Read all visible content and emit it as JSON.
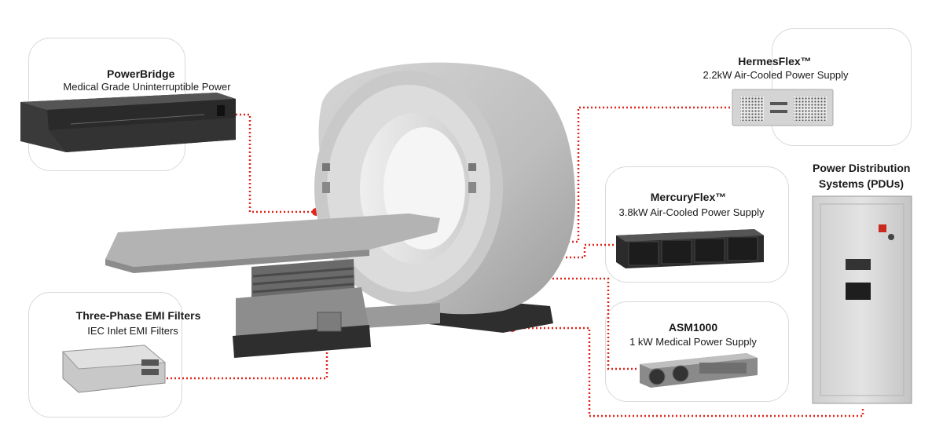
{
  "products": {
    "powerbridge": {
      "title": "PowerBridge",
      "subtitle": "Medical Grade Uninterruptible Power"
    },
    "hermesflex": {
      "title": "HermesFlex™",
      "subtitle": "2.2kW Air-Cooled Power Supply"
    },
    "mercuryflex": {
      "title": "MercuryFlex™",
      "subtitle": "3.8kW Air-Cooled Power Supply"
    },
    "asm1000": {
      "title": "ASM1000",
      "subtitle": "1 kW Medical Power Supply"
    },
    "emi": {
      "title": "Three-Phase EMI Filters",
      "subtitle": "IEC Inlet EMI Filters"
    },
    "pdu": {
      "title_line1": "Power Distribution",
      "title_line2": "Systems (PDUs)"
    }
  },
  "colors": {
    "connector": "#e0251b",
    "card_border": "#d9d9d9",
    "device_dark": "#2b2b2b",
    "scanner_gray": "#b9b9b9"
  },
  "scene": {
    "center_image": "ct-scanner-illustration"
  }
}
